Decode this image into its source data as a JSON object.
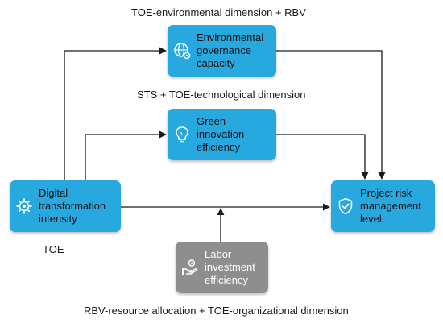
{
  "nodes": {
    "env": {
      "label": "Environmental\ngovernance\ncapacity",
      "icon": "globe-gear-icon"
    },
    "green": {
      "label": "Green\ninnovation\nefficiency",
      "icon": "lightbulb-leaf-icon"
    },
    "digital": {
      "label": "Digital\ntransformation\nintensity",
      "icon": "gear-circuit-icon"
    },
    "risk": {
      "label": "Project risk\nmanagement\nlevel",
      "icon": "shield-check-icon"
    },
    "labor": {
      "label": "Labor\ninvestment\nefficiency",
      "icon": "hand-coin-icon"
    }
  },
  "captions": {
    "env_theory": "TOE-environmental dimension + RBV",
    "green_theory": "STS + TOE-technological dimension",
    "digital_theory": "TOE",
    "labor_theory": "RBV-resource allocation + TOE-organizational dimension"
  },
  "colors": {
    "node_blue": "#27a8df",
    "node_gray": "#8e8e8e",
    "arrow": "#1a1a1a"
  }
}
